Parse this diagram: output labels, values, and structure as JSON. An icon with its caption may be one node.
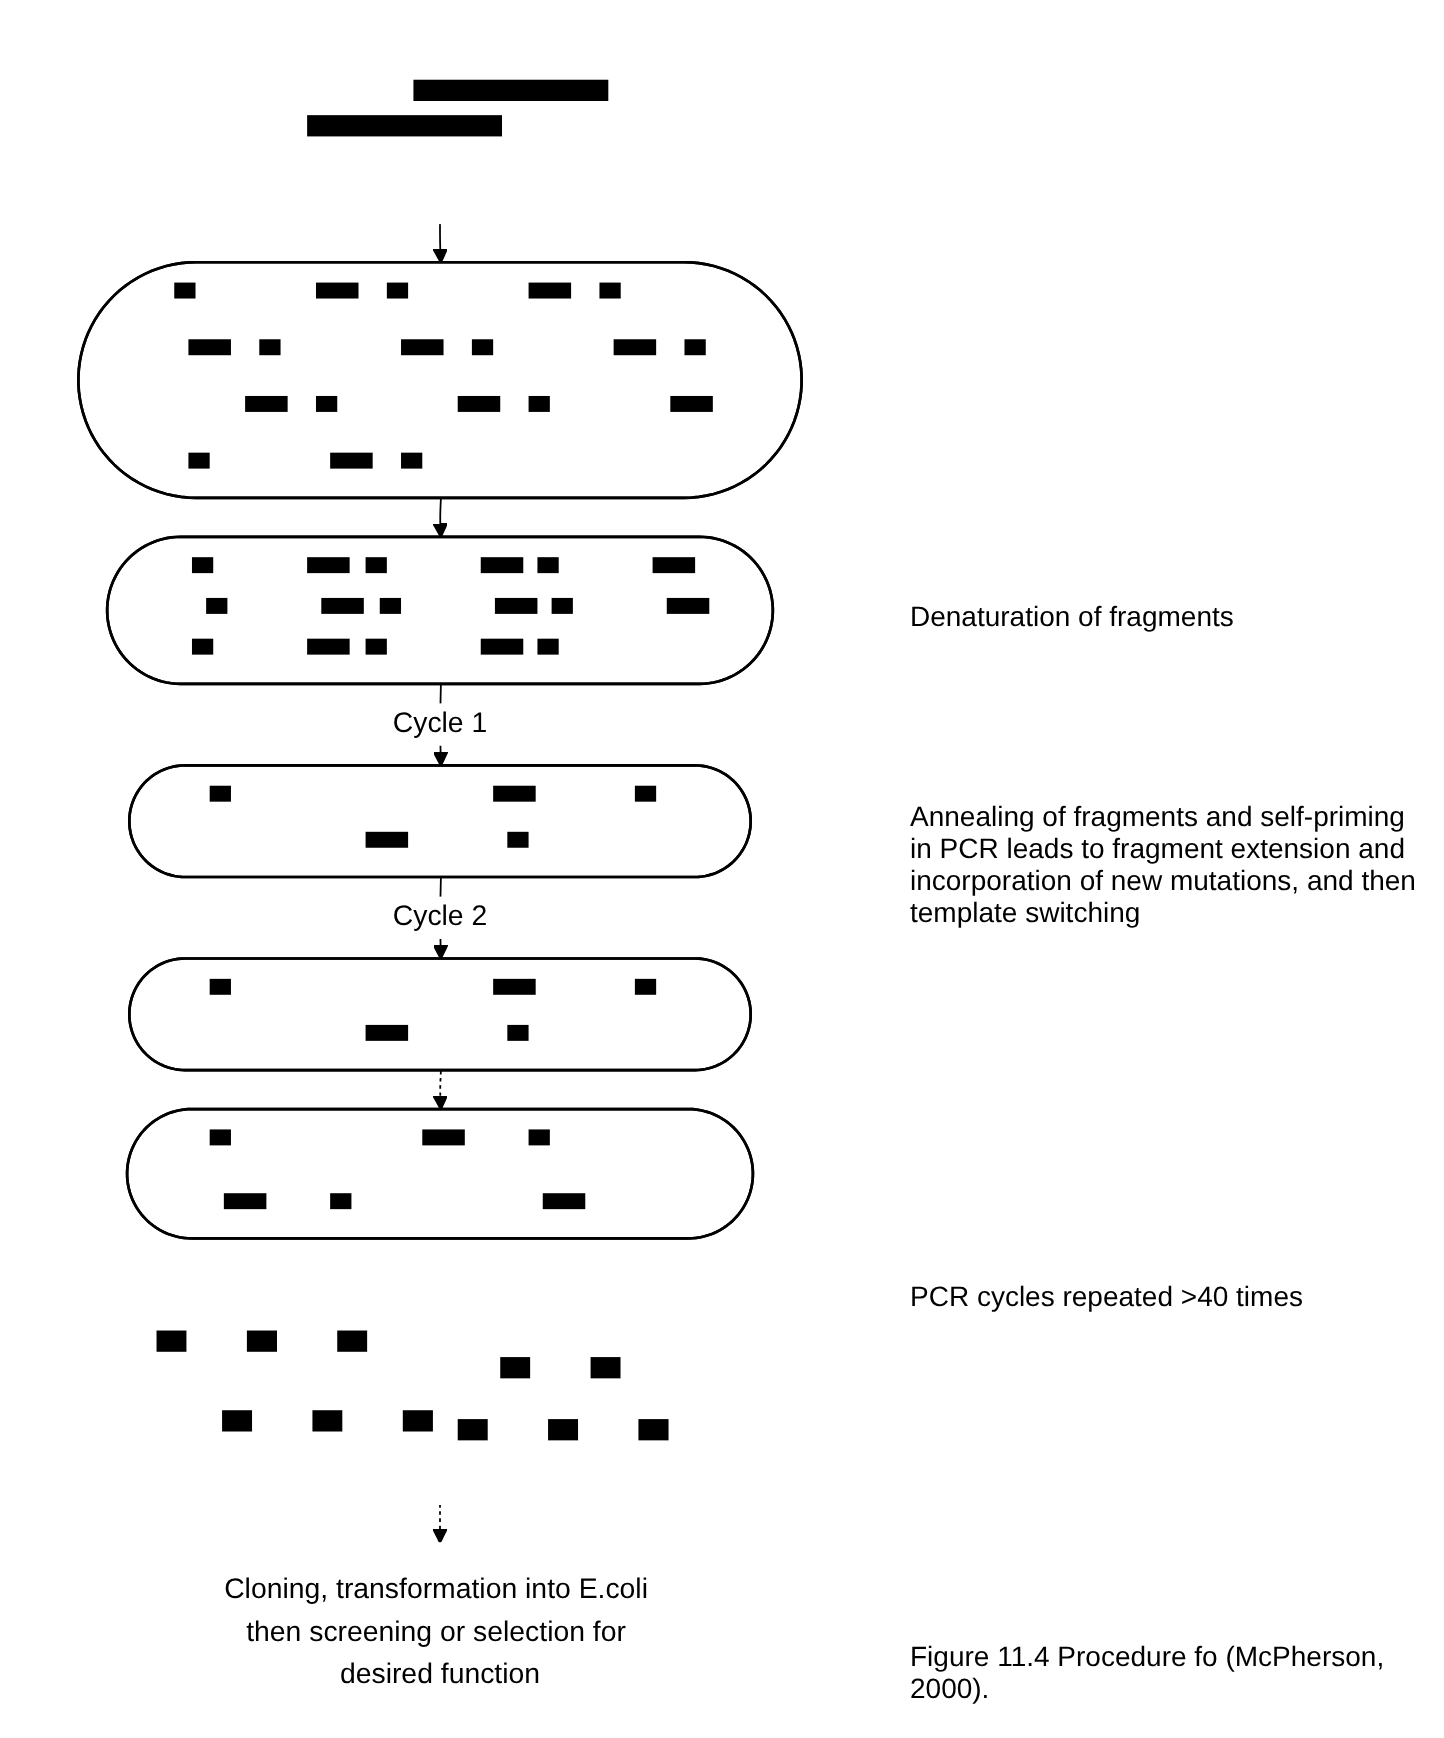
{
  "diagram": {
    "caption": "Figure 11.4 Procedure fo (McPherson, 2000).",
    "nodes": [
      {
        "text": [],
        "shape": "picture"
      },
      {
        "text": [],
        "shape": "ellipse"
      },
      {
        "text": [],
        "shape": "ellipse"
      },
      {
        "text": [],
        "shape": "ellipse"
      },
      {
        "text": [],
        "shape": "ellipse"
      },
      {
        "text": [],
        "shape": "ellipse"
      },
      {
        "text": [],
        "shape": "picture"
      },
      {
        "text": [
          "Cloning, transformation into E.coli then screening or selection for desired function"
        ]
      }
    ],
    "edges": [
      {
        "from": 0,
        "to": 1,
        "arrow": "to"
      },
      {
        "from": 1,
        "to": 2,
        "arrow": "to"
      },
      {
        "from": 2,
        "to": 3,
        "arrow": "to",
        "label": "Cycle 1"
      },
      {
        "from": 3,
        "to": 4,
        "arrow": "to",
        "label": "Cycle 2"
      },
      {
        "from": 4,
        "to": 5,
        "arrow": "to",
        "style": "dashed"
      },
      {
        "from": 6,
        "to": 7,
        "arrow": "to",
        "style": "dashed"
      }
    ],
    "labels": [
      "Denaturation of fragments",
      "Annealing of fragments and self-priming in PCR leads to fragment extension and incorporation of new mutations, and then template switching",
      "PCR cycles repeated >40 times"
    ]
  }
}
